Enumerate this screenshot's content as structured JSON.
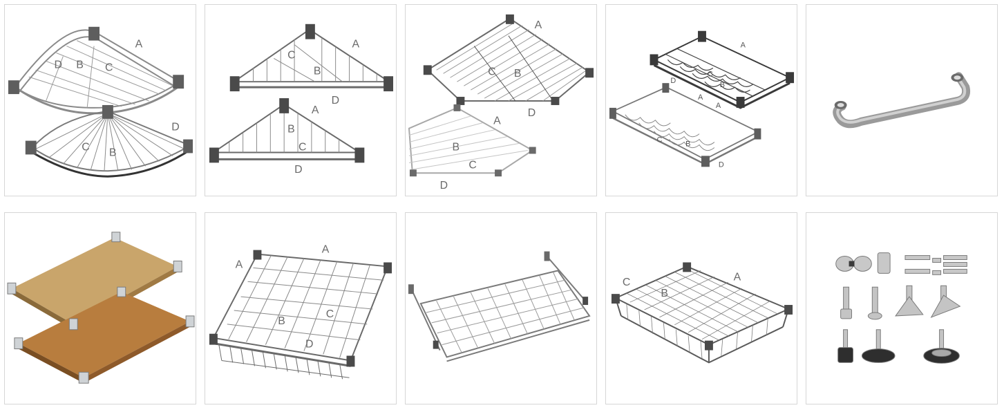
{
  "colors": {
    "border": "#d6d6d6",
    "wire": "#8a8a8a",
    "wire_dark": "#4a4a4a",
    "post": "#5e5e5e",
    "wood_light": "#c9a56b",
    "wood_dark": "#b87d3e"
  },
  "tiles": [
    {
      "name": "corner-round-shelves",
      "labels": {
        "a": "A",
        "b": "B",
        "c": "C",
        "d": "D"
      }
    },
    {
      "name": "triangle-corner-shelves",
      "labels": {
        "a": "A",
        "b": "B",
        "c": "C",
        "d": "D"
      }
    },
    {
      "name": "pentagon-corner-shelves",
      "labels": {
        "a": "A",
        "b": "B",
        "c": "C",
        "d": "D"
      }
    },
    {
      "name": "wine-rack-shelves",
      "labels": {
        "a": "A",
        "b": "B",
        "c": "C",
        "d": "D"
      }
    },
    {
      "name": "u-handle-bar",
      "labels": {}
    },
    {
      "name": "wood-panel-shelves",
      "labels": {}
    },
    {
      "name": "slanted-wire-shelf",
      "labels": {
        "a": "A",
        "b": "B",
        "c": "C",
        "d": "D"
      }
    },
    {
      "name": "sliding-wire-shelf",
      "labels": {}
    },
    {
      "name": "wire-basket-drawer",
      "labels": {
        "a": "A",
        "b": "B",
        "c": "C"
      }
    },
    {
      "name": "accessories-set",
      "labels": {}
    }
  ]
}
